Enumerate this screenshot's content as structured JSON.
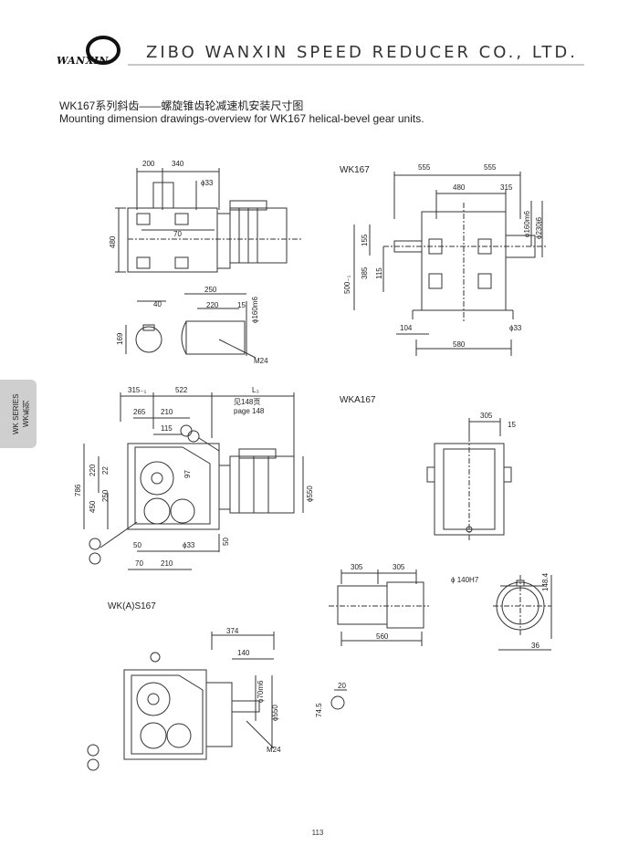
{
  "header": {
    "logo_text": "WANXIN",
    "company": "ZIBO WANXIN SPEED REDUCER CO., LTD."
  },
  "title": {
    "cn": "WK167系列斜齿——螺旋锥齿轮减速机安装尺寸图",
    "en": "Mounting dimension drawings-overview for WK167 helical-bevel gear units."
  },
  "side_tab": {
    "line1": "WK SERIES",
    "line2": "WK系列"
  },
  "views": {
    "wk167": "WK167",
    "wka167": "WKA167",
    "wkas167": "WK(A)S167"
  },
  "dims_top_left": {
    "d200": "200",
    "d340": "340",
    "phi33": "ϕ33",
    "d480": "480",
    "d70": "70",
    "d250": "250",
    "d40": "40",
    "d220": "220",
    "d15": "15",
    "phi160m6": "ϕ160m6",
    "d169": "169",
    "m24": "M24"
  },
  "dims_top_right": {
    "d555a": "555",
    "d555b": "555",
    "d480": "480",
    "d315": "315",
    "phi160m6": "ϕ160m6",
    "phi230j6": "ϕ230j6",
    "d155": "155",
    "d500": "500₋₁",
    "d385": "385",
    "d115": "115",
    "d104": "104",
    "phi33": "ϕ33",
    "d580": "580"
  },
  "dims_mid_left": {
    "d315": "315₋₁",
    "d522": "522",
    "L3": "L₃",
    "ref_cn": "见148页",
    "ref_en": "page 148",
    "d265": "265",
    "d210a": "210",
    "d115": "115",
    "d786": "786",
    "d220": "220",
    "d22": "22",
    "d450": "450",
    "d250": "250",
    "d97": "97",
    "phi550": "ϕ550",
    "d50a": "50",
    "phi33": "ϕ33",
    "d50b": "50",
    "d70": "70",
    "d210b": "210"
  },
  "dims_mid_right": {
    "d305a": "305",
    "d15": "15",
    "d305b": "305",
    "d305c": "305",
    "d560": "560",
    "phi140h7": "ϕ 140H7",
    "d148": "148.4",
    "d36": "36"
  },
  "dims_bottom": {
    "d374": "374",
    "d140": "140",
    "phi70m6": "ϕ70m6",
    "phi550": "ϕ550",
    "m24": "M24",
    "d20": "20",
    "d745": "74.5"
  },
  "page_number": "113"
}
